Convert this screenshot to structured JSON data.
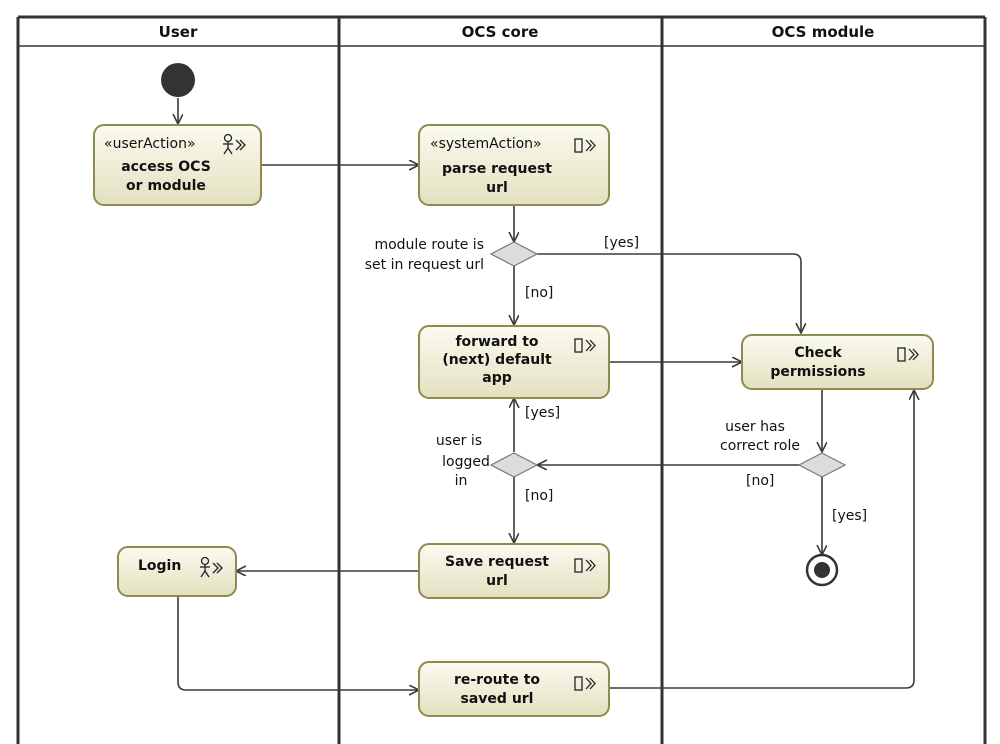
{
  "lanes": [
    "User",
    "OCS core",
    "OCS module"
  ],
  "stereotypes": {
    "user_action": "«userAction»",
    "system_action": "«systemAction»"
  },
  "actions": {
    "access": [
      "access OCS",
      "or module"
    ],
    "parse": [
      "parse request",
      "url"
    ],
    "forward": [
      "forward to",
      "(next) default",
      "app"
    ],
    "check": [
      "Check",
      "permissions"
    ],
    "login": [
      "Login"
    ],
    "save": [
      "Save request",
      "url"
    ],
    "reroute": [
      "re-route to",
      "saved url"
    ]
  },
  "decisions": {
    "module_route": [
      "module route is",
      "set in request url"
    ],
    "logged_in": [
      "user is",
      "logged",
      "in"
    ],
    "correct_role": [
      "user has",
      "correct role"
    ]
  },
  "guards": {
    "yes": "[yes]",
    "no": "[no]"
  },
  "colors": {
    "action_fill_top": "#fbfbf0",
    "action_fill_bottom": "#e4e2c4",
    "action_border": "#8f8a4e",
    "lane_border": "#333333",
    "decision_fill": "#dcdcdc"
  }
}
